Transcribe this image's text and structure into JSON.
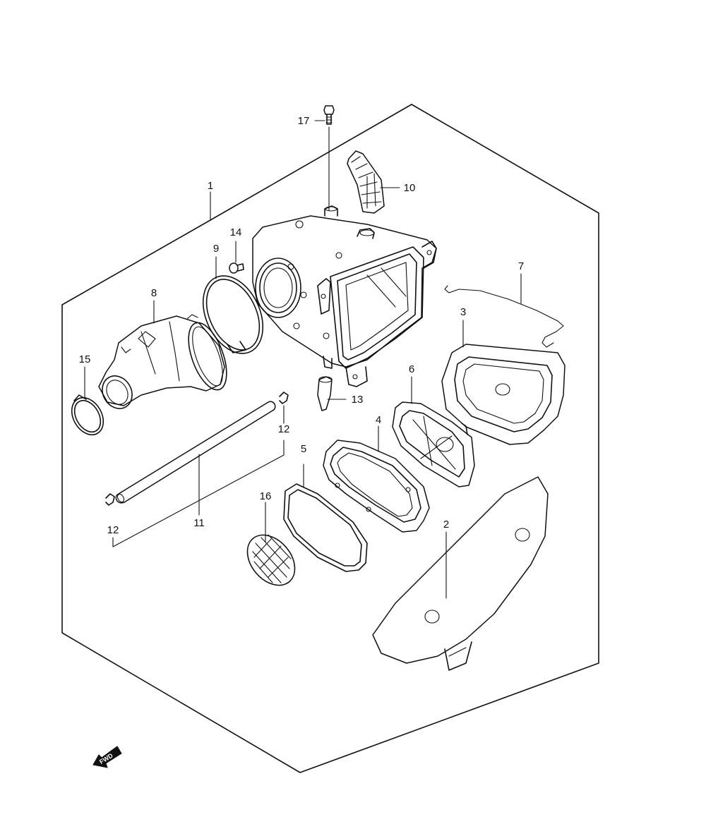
{
  "diagram": {
    "fwd_label": "FWD",
    "labels": {
      "p1": "1",
      "p2": "2",
      "p3": "3",
      "p4": "4",
      "p5": "5",
      "p6": "6",
      "p7": "7",
      "p8": "8",
      "p9": "9",
      "p10": "10",
      "p11": "11",
      "p12a": "12",
      "p12b": "12",
      "p13": "13",
      "p14": "14",
      "p15": "15",
      "p16": "16",
      "p17": "17"
    }
  }
}
